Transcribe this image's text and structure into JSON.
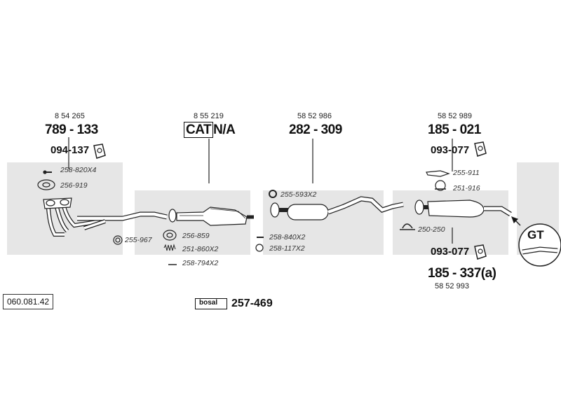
{
  "catalog_code": "060.081.42",
  "groups": [
    {
      "oem": "8 54 265",
      "part": "789 - 133"
    },
    {
      "oem": "8 55 219",
      "cat_label": "CAT",
      "cat_suffix": "N/A"
    },
    {
      "oem": "58 52 986",
      "part": "282 - 309"
    },
    {
      "oem": "58 52 989",
      "part": "185 - 021"
    }
  ],
  "rear_part": {
    "part": "185 - 337(a)",
    "oem": "58 52 993"
  },
  "mounts": {
    "front": "094-137",
    "rear_top": "093-077",
    "rear_bottom": "093-077"
  },
  "accessories": {
    "bolt_front": "258-820X4",
    "gasket_front": "256-919",
    "ring_front": "255-967",
    "gasket_cat": "256-859",
    "spring_cat": "251-860X2",
    "bolt_cat": "258-794X2",
    "clamp_mid": "255-593X2",
    "bolt_mid": "258-840X2",
    "ring_mid": "258-117X2",
    "clamp_rear": "255-911",
    "hanger_rear": "251-916",
    "clamp_rear_low": "250-250"
  },
  "kit": {
    "brand": "bosal",
    "part": "257-469"
  },
  "gt_badge": "GT"
}
